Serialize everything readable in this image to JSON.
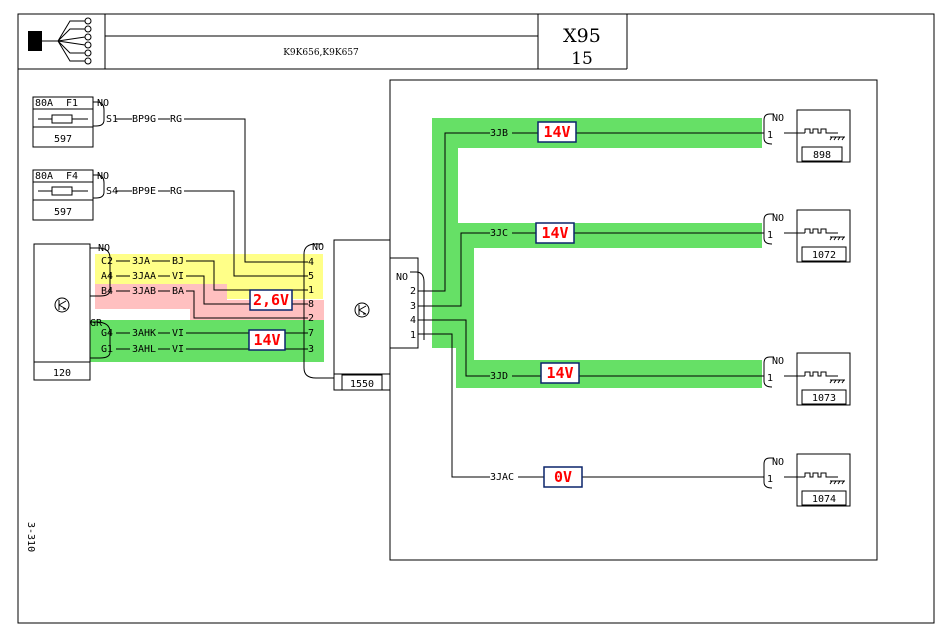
{
  "header": {
    "title": "X95",
    "page": "15",
    "subtitle": "K9K656,K9K657"
  },
  "side_ref": "3-310",
  "colors": {
    "green": "#66e066",
    "yellow": "#ffff88",
    "pink": "#ffc0c0",
    "voltage_text": "#ff0000",
    "voltage_border": "#0a246a"
  },
  "fuses": [
    {
      "rating": "80A",
      "id": "F1",
      "box": "597",
      "no": "NO",
      "pin": "S1",
      "wire": "BP9G",
      "color": "RG"
    },
    {
      "rating": "80A",
      "id": "F4",
      "box": "597",
      "no": "NO",
      "pin": "S4",
      "wire": "BP9E",
      "color": "RG"
    }
  ],
  "ecu120": {
    "id": "120",
    "group1": "NO",
    "group2": "GR",
    "rows": [
      {
        "pin": "C2",
        "wire": "3JA",
        "color": "BJ"
      },
      {
        "pin": "A4",
        "wire": "3JAA",
        "color": "VI"
      },
      {
        "pin": "B4",
        "wire": "3JAB",
        "color": "BA"
      },
      {
        "pin": "G4",
        "wire": "3AHK",
        "color": "VI"
      },
      {
        "pin": "G1",
        "wire": "3AHL",
        "color": "VI"
      }
    ]
  },
  "module1550": {
    "id": "1550",
    "in_group": "NO",
    "in_pins": [
      "4",
      "5",
      "1",
      "8",
      "2",
      "7",
      "3"
    ],
    "out_group": "NO",
    "out_pins": [
      "2",
      "3",
      "4",
      "1"
    ]
  },
  "outputs": [
    {
      "wire": "3JB",
      "voltage": "14V",
      "no": "NO",
      "pin": "1",
      "id": "898"
    },
    {
      "wire": "3JC",
      "voltage": "14V",
      "no": "NO",
      "pin": "1",
      "id": "1072"
    },
    {
      "wire": "3JD",
      "voltage": "14V",
      "no": "NO",
      "pin": "1",
      "id": "1073"
    },
    {
      "wire": "3JAC",
      "voltage": "0V",
      "no": "NO",
      "pin": "1",
      "id": "1074"
    }
  ],
  "measurements": {
    "yellow_voltage": "2,6V",
    "green_voltage": "14V"
  }
}
